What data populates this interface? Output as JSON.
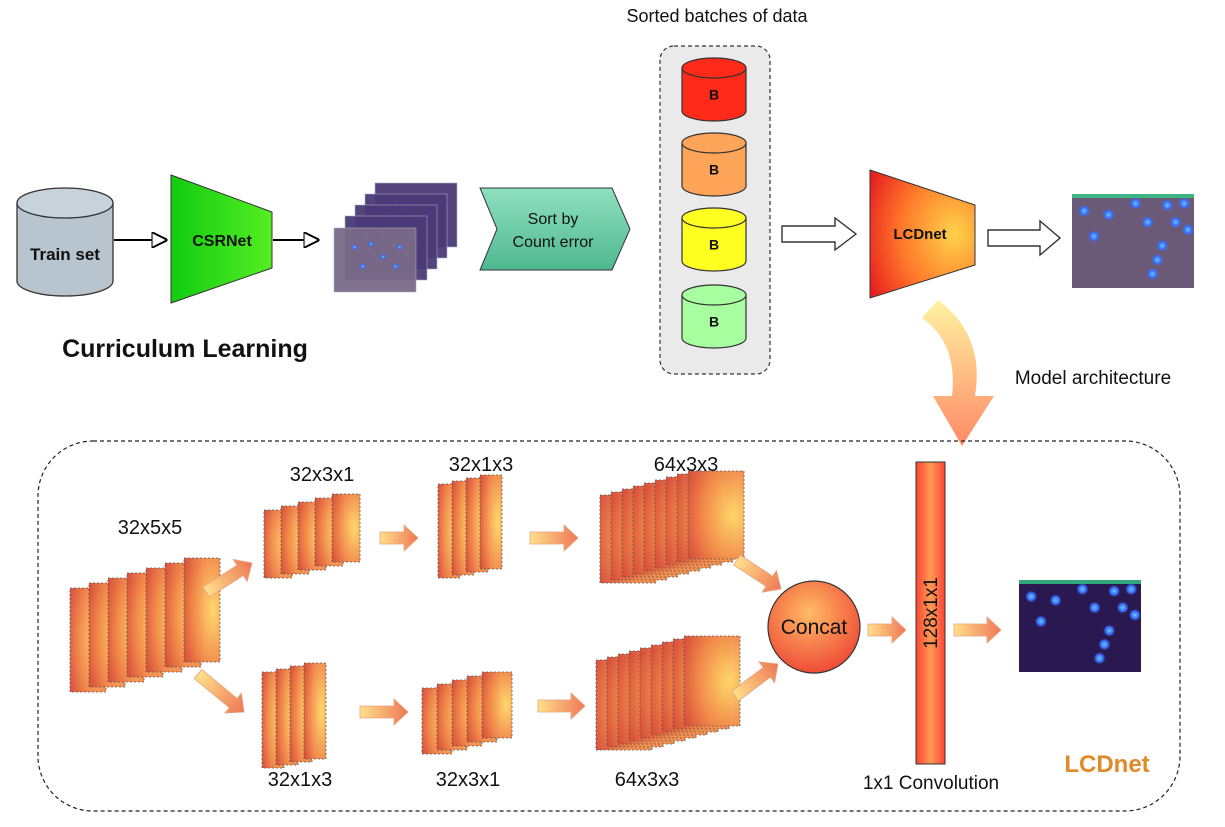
{
  "top": {
    "train_set": "Train set",
    "csrnet": "CSRNet",
    "sort_box": {
      "line1": "Sort by",
      "line2": "Count error"
    },
    "sorted_batches_title": "Sorted batches of data",
    "batches": [
      {
        "label": "B",
        "color": "#ff2a1a"
      },
      {
        "label": "B",
        "color": "#ffa55a"
      },
      {
        "label": "B",
        "color": "#ffff22"
      },
      {
        "label": "B",
        "color": "#a8ffa0"
      }
    ],
    "lcdnet": "LCDnet",
    "curriculum": "Curriculum Learning",
    "model_arch": "Model architecture"
  },
  "bottom": {
    "label_32x5x5": "32x5x5",
    "upper": [
      "32x3x1",
      "32x1x3",
      "64x3x3"
    ],
    "lower": [
      "32x1x3",
      "32x3x1",
      "64x3x3"
    ],
    "concat": "Concat",
    "conv_bar": "128x1x1",
    "conv_label": "1x1 Convolution",
    "lcdnet_label": "LCDnet"
  },
  "colors": {
    "csrnet_green": "#22dd11",
    "sort_teal": "#66ccaa",
    "cylinder_gray": "#b8c4ce",
    "layer_orange": "#f08050",
    "density_bg": "#2a1850",
    "lcdnet_text": "#e08a2a"
  }
}
